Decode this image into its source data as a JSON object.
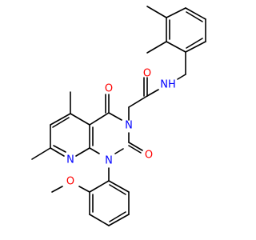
{
  "molecule": {
    "colors": {
      "bond": "#000000",
      "O": "#ff0000",
      "N": "#0000ff",
      "C": "#000000"
    },
    "atoms": [
      {
        "id": "o_amide",
        "label": "O",
        "element": "O"
      },
      {
        "id": "n_amide",
        "label": "NH",
        "element": "N"
      },
      {
        "id": "o_c4",
        "label": "O",
        "element": "O"
      },
      {
        "id": "n3",
        "label": "N",
        "element": "N"
      },
      {
        "id": "o_c2",
        "label": "O",
        "element": "O"
      },
      {
        "id": "n8",
        "label": "N",
        "element": "N"
      },
      {
        "id": "n1",
        "label": "N",
        "element": "N"
      },
      {
        "id": "o_methoxy",
        "label": "O",
        "element": "O"
      }
    ]
  }
}
